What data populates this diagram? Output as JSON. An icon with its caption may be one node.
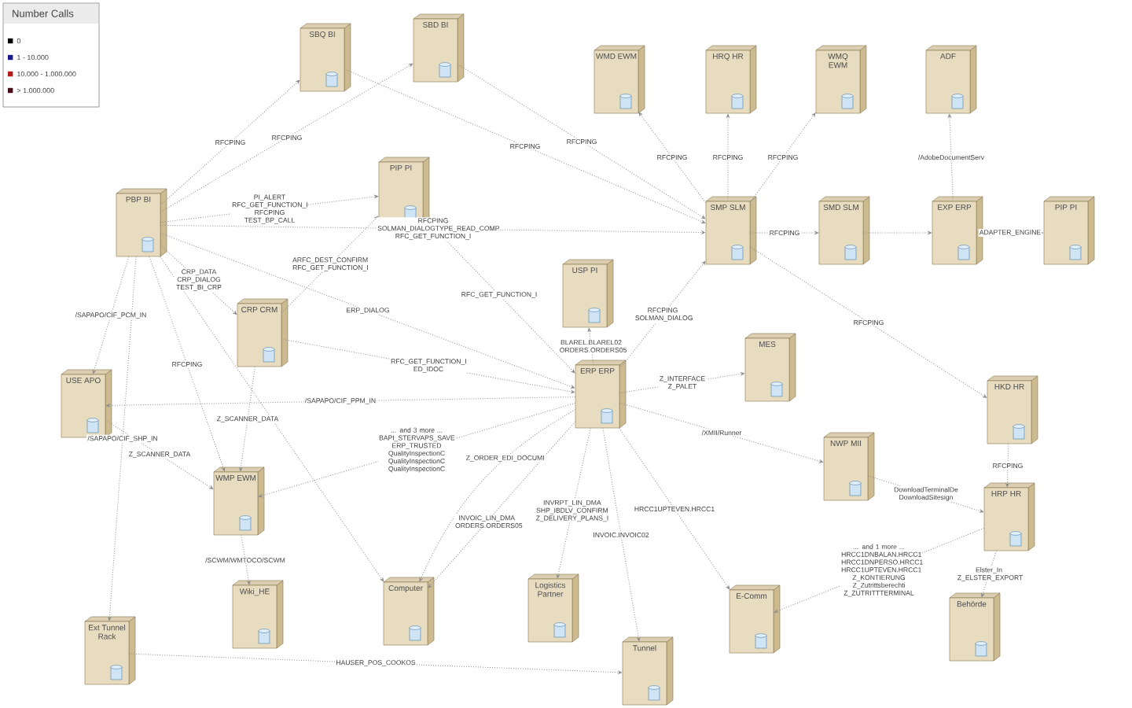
{
  "diagram": {
    "nodes": [
      {
        "text": [
          "SBQ BI"
        ]
      },
      {
        "text": [
          "SBD BI"
        ]
      },
      {
        "text": [
          "WMD EWM"
        ]
      },
      {
        "text": [
          "HRQ HR"
        ]
      },
      {
        "text": [
          "WMQ EWM"
        ]
      },
      {
        "text": [
          "ADF"
        ]
      },
      {
        "text": [
          "PBP BI"
        ]
      },
      {
        "text": [
          "PIP PI"
        ]
      },
      {
        "text": [
          "SMP SLM"
        ]
      },
      {
        "text": [
          "SMD SLM"
        ]
      },
      {
        "text": [
          "EXP ERP"
        ]
      },
      {
        "text": [
          "PIP PI"
        ]
      },
      {
        "text": [
          "CRP CRM"
        ]
      },
      {
        "text": [
          "USP PI"
        ]
      },
      {
        "text": [
          "USE APO"
        ]
      },
      {
        "text": [
          "ERP ERP"
        ]
      },
      {
        "text": [
          "MES"
        ]
      },
      {
        "text": [
          "HKD HR"
        ]
      },
      {
        "text": [
          "NWP MII"
        ]
      },
      {
        "text": [
          "WMP EWM"
        ]
      },
      {
        "text": [
          "HRP HR"
        ]
      },
      {
        "text": [
          "Wiki_HE"
        ]
      },
      {
        "text": [
          "Computer"
        ]
      },
      {
        "text": [
          "Logistics Partner"
        ]
      },
      {
        "text": [
          "E-Comm"
        ]
      },
      {
        "text": [
          "Behörde"
        ]
      },
      {
        "text": [
          "Ext Tunnel Rack"
        ]
      },
      {
        "text": [
          "Tunnel"
        ]
      }
    ],
    "edges": [
      {
        "from": 6,
        "to": 0,
        "arrow": "to",
        "label": "RFCPING"
      },
      {
        "from": 6,
        "to": 1,
        "arrow": "to",
        "label": "RFCPING"
      },
      {
        "from": 0,
        "to": 8,
        "arrow": "to",
        "label": "RFCPING"
      },
      {
        "from": 1,
        "to": 8,
        "arrow": "to",
        "label": "RFCPING"
      },
      {
        "from": 8,
        "to": 2,
        "arrow": "to",
        "label": "RFCPING"
      },
      {
        "from": 8,
        "to": 3,
        "arrow": "to",
        "label": "RFCPING"
      },
      {
        "from": 8,
        "to": 4,
        "arrow": "to",
        "label": "RFCPING"
      },
      {
        "from": 10,
        "to": 5,
        "arrow": "to",
        "label": "/AdobeDocumentServ"
      },
      {
        "from": 8,
        "to": 9,
        "arrow": "to",
        "label": "RFCPING"
      },
      {
        "from": 9,
        "to": 10,
        "arrow": "to"
      },
      {
        "from": 10,
        "to": 11,
        "arrow": "to",
        "label": "ADAPTER_ENGINE"
      },
      {
        "from": 6,
        "to": 7,
        "arrow": "to",
        "label": "PI_ALERT RFC_GET_FUNCTION_I RFCPING TEST_BP_CALL"
      },
      {
        "from": 6,
        "to": 8,
        "arrow": "to",
        "label": "RFCPING SOLMAN_DIALOGTYPE_READ_COMP RFC_GET_FUNCTION_I"
      },
      {
        "from": 6,
        "to": 12,
        "arrow": "to",
        "label": "CRP_DATA CRP_DIALOG TEST_BI_CRP"
      },
      {
        "from": 12,
        "to": 7,
        "arrow": "to",
        "label": "ARFC_DEST_CONFIRM RFC_GET_FUNCTION_I"
      },
      {
        "from": 6,
        "to": 15,
        "arrow": "to",
        "label": "ERP_DIALOG"
      },
      {
        "from": 7,
        "to": 15,
        "arrow": "to",
        "label": "RFC_GET_FUNCTION_I"
      },
      {
        "from": 15,
        "to": 13,
        "arrow": "to",
        "label": "BLAREL.BLAREL02 ORDERS.ORDERS05"
      },
      {
        "from": 15,
        "to": 8,
        "arrow": "to",
        "label": "RFCPING SOLMAN_DIALOG"
      },
      {
        "from": 15,
        "to": 16,
        "arrow": "to",
        "label": "Z_INTERFACE Z_PALET"
      },
      {
        "from": 15,
        "to": 18,
        "arrow": "to",
        "label": "/XMII/Runner"
      },
      {
        "from": 8,
        "to": 17,
        "arrow": "to",
        "label": "RFCPING"
      },
      {
        "from": 17,
        "to": 20,
        "arrow": "to",
        "label": "RFCPING"
      },
      {
        "from": 18,
        "to": 20,
        "arrow": "to",
        "label": "DownloadTerminalDe DownloadSitesign"
      },
      {
        "from": 20,
        "to": 24,
        "arrow": "to",
        "label": "... and 1 more ... HRCC1DNBALAN.HRCC1 HRCC1DNPERSO.HRCC1 HRCC1UPTEVEN.HRCC1 Z_KONTIERUNG Z_Zutrittsberechti Z_ZUTRITTTERMINAL"
      },
      {
        "from": 20,
        "to": 25,
        "arrow": "to",
        "label": "Elster_In Z_ELSTER_EXPORT"
      },
      {
        "from": 15,
        "to": 24,
        "arrow": "to",
        "label": "HRCC1UPTEVEN.HRCC1"
      },
      {
        "from": 15,
        "to": 27,
        "arrow": "to",
        "label": "INVOIC.INVOIC02"
      },
      {
        "from": 15,
        "to": 23,
        "arrow": "to",
        "label": "INVRPT_LIN_DMA SHP_IBDLV_CONFIRM Z_DELIVERY_PLANS_I"
      },
      {
        "from": 15,
        "to": 22,
        "arrow": "to",
        "label": "INVOIC_LIN_DMA ORDERS.ORDERS05"
      },
      {
        "from": 15,
        "to": 19,
        "arrow": "to",
        "label": "... and 3 more ... BAPI_STERVAPS_SAVE ERP_TRUSTED QualityInspectionC QualityInspectionC QualityInspectionC"
      },
      {
        "from": 15,
        "to": 14,
        "arrow": "to",
        "label": "/SAPAPO/CIF_PPM_IN"
      },
      {
        "from": 6,
        "to": 14,
        "arrow": "to",
        "label": "/SAPAPO/CIF_PCM_IN"
      },
      {
        "from": 14,
        "to": 19,
        "arrow": "to",
        "label": "Z_SCANNER_DATA"
      },
      {
        "from": 6,
        "to": 19,
        "arrow": "to",
        "label": "RFCPING"
      },
      {
        "from": 19,
        "to": 21,
        "arrow": "to",
        "label": "/SCWM/WMTOCO/SCWM"
      },
      {
        "from": 6,
        "to": 22,
        "arrow": "to"
      },
      {
        "from": 12,
        "to": 19,
        "arrow": "to",
        "label": "Z_SCANNER_DATA"
      },
      {
        "from": 6,
        "to": 26,
        "arrow": "to",
        "label": "/SAPAPO/CIF_SHP_IN"
      },
      {
        "from": 26,
        "to": 27,
        "arrow": "to",
        "label": "HAUSER_POS_COOKOS"
      },
      {
        "from": 12,
        "to": 15,
        "arrow": "to",
        "label": "RFC_GET_FUNCTION_I ED_IDOC"
      },
      {
        "from": 15,
        "to": 22,
        "arrow": "to",
        "label": "Z_ORDER_EDI_DOCUMI"
      }
    ],
    "labels": [
      "Number Calls"
    ],
    "legend": [
      {
        "text": "0",
        "color": "#000000"
      },
      {
        "text": "1 - 10.000",
        "color": "#1a1a8c"
      },
      {
        "text": "10.000 - 1.000.000",
        "color": "#b01c1c"
      },
      {
        "text": "> 1.000.000",
        "color": "#4a0d1a"
      }
    ]
  }
}
